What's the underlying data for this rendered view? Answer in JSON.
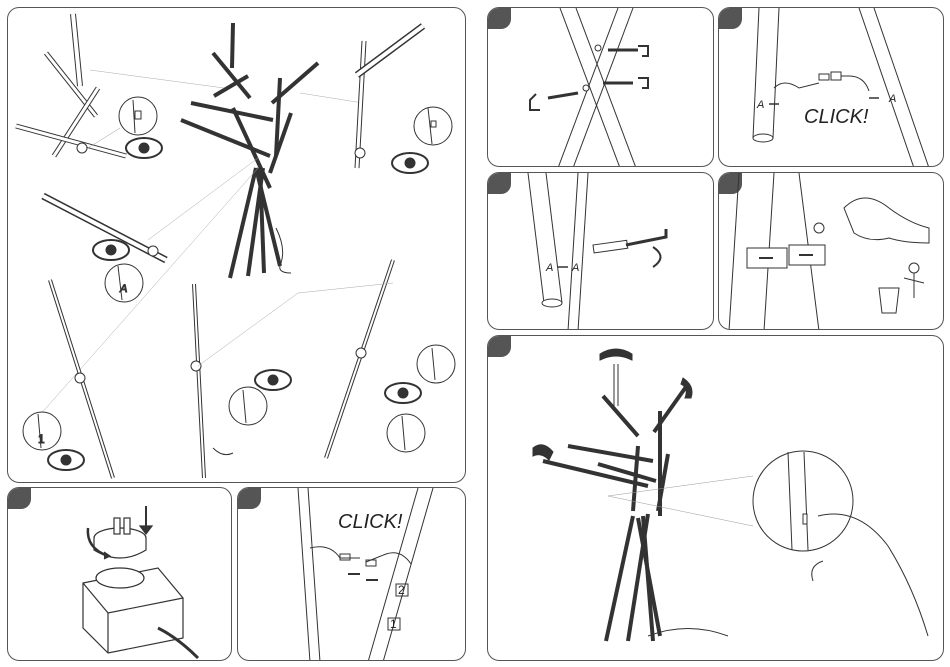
{
  "click_label": "CLICK!",
  "marker_a": "A",
  "connector_num_1": "1",
  "connector_num_2": "2"
}
